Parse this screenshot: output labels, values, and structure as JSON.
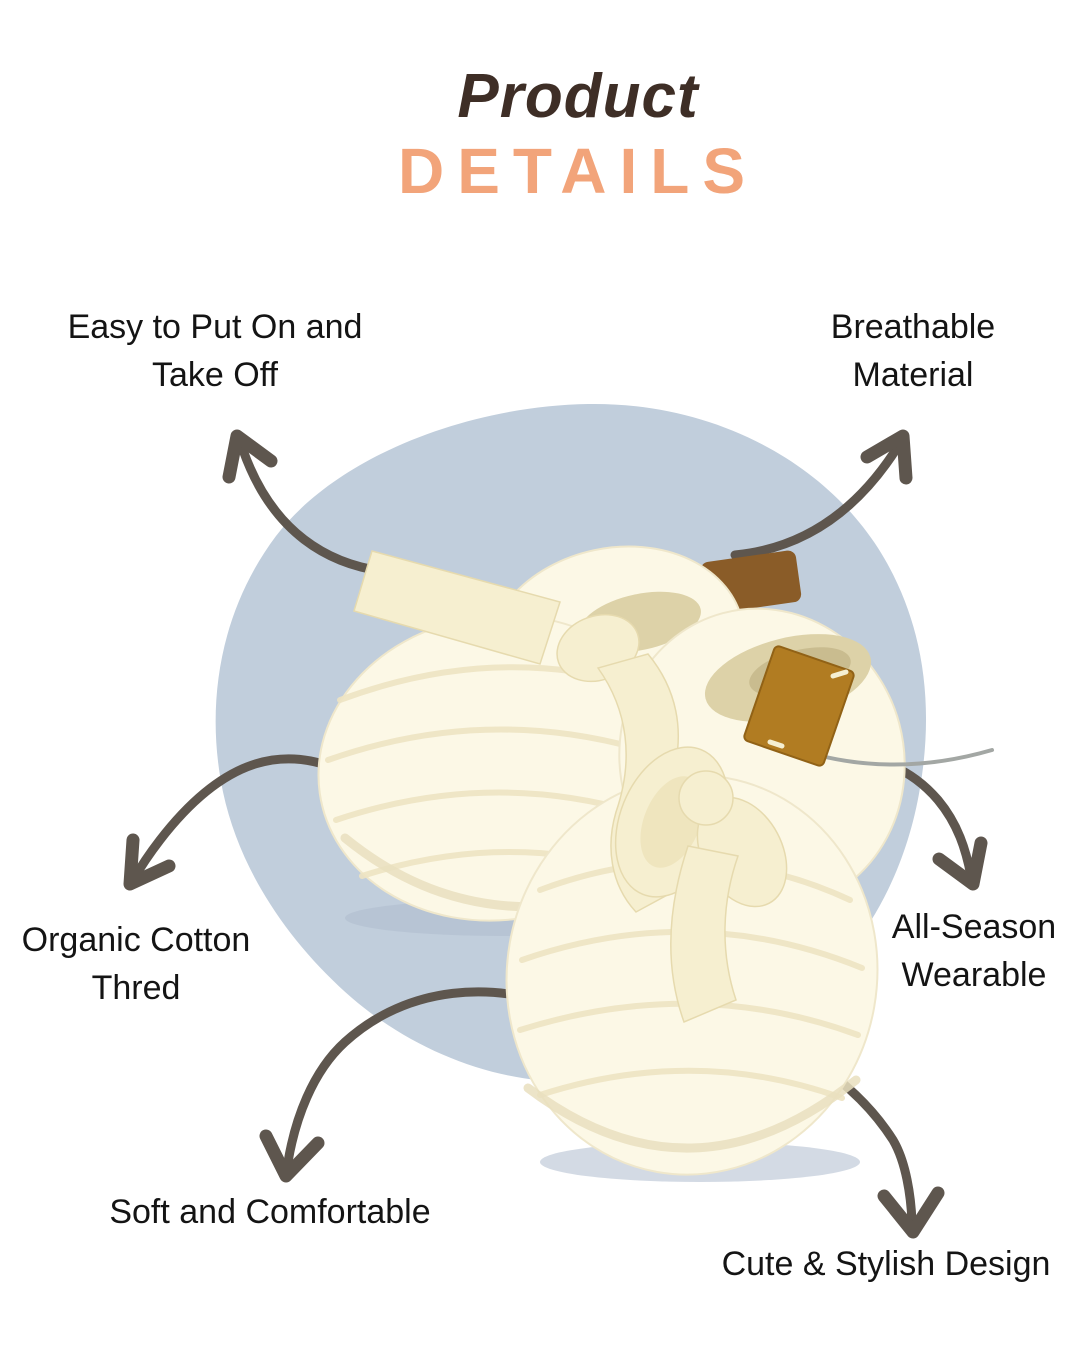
{
  "header": {
    "title_italic": "Product",
    "title_bold": "DETAILS"
  },
  "features": [
    {
      "id": "easy",
      "label": "Easy to Put On and\nTake Off"
    },
    {
      "id": "breathable",
      "label": "Breathable\nMaterial"
    },
    {
      "id": "organic",
      "label": "Organic Cotton\nThred"
    },
    {
      "id": "all_season",
      "label": "All-Season\nWearable"
    },
    {
      "id": "soft",
      "label": "Soft and Comfortable"
    },
    {
      "id": "cute",
      "label": "Cute & Stylish Design"
    }
  ],
  "image": {
    "name": "crochet-baby-booties-photo",
    "description": "Pair of cream crochet baby booties with satin ribbon bows and a brown leather tag, on a light blue organic blob background"
  },
  "colors": {
    "accent": "#F2A47A",
    "title_brown": "#3E2E26",
    "blob": "#C1CEDC",
    "arrow": "#5E564E",
    "text": "#141414"
  }
}
